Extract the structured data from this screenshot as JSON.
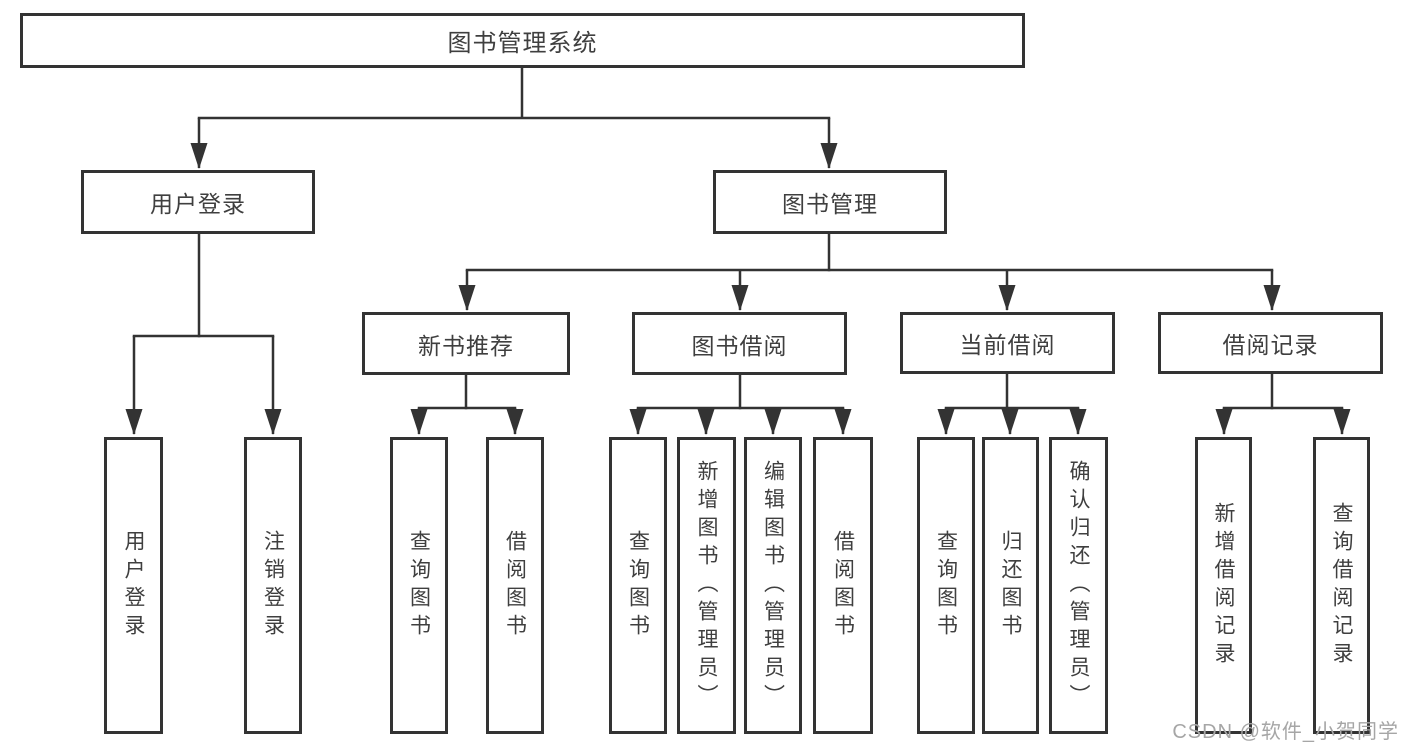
{
  "colors": {
    "line": "#333333",
    "text": "#3f3f3f",
    "background": "#ffffff",
    "watermark": "#a6a6a6"
  },
  "watermark": "CSDN @软件_小贺同学",
  "tree": {
    "root": {
      "label": "图书管理系统"
    },
    "level2": [
      {
        "label": "用户登录"
      },
      {
        "label": "图书管理"
      }
    ],
    "level3": [
      {
        "label": "新书推荐"
      },
      {
        "label": "图书借阅"
      },
      {
        "label": "当前借阅"
      },
      {
        "label": "借阅记录"
      }
    ],
    "leaves": {
      "user_login": [
        "用户登录",
        "注销登录"
      ],
      "new_book_recommend": [
        "查询图书",
        "借阅图书"
      ],
      "book_borrow": [
        "查询图书",
        "新增图书（管理员）",
        "编辑图书（管理员）",
        "借阅图书"
      ],
      "current_borrow": [
        "查询图书",
        "归还图书",
        "确认归还（管理员）"
      ],
      "borrow_records": [
        "新增借阅记录",
        "查询借阅记录"
      ]
    }
  }
}
